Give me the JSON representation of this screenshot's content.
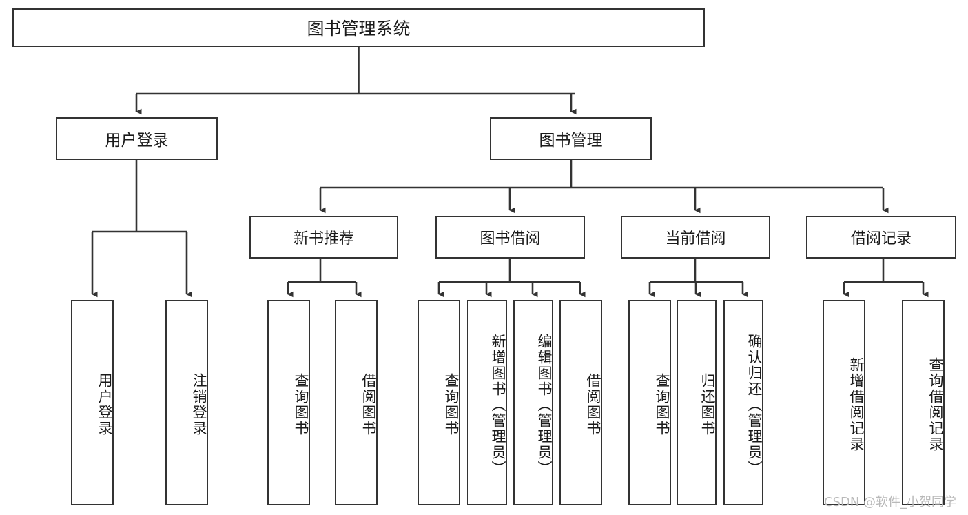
{
  "diagram": {
    "title": "图书管理系统",
    "watermark": "CSDN @软件_小贺同学",
    "colors": {
      "box_border": "#333333",
      "box_fill": "#ffffff",
      "edge": "#333333",
      "text": "#1a1a1a",
      "watermark": "#b9b9b9",
      "background": "#ffffff"
    },
    "nodes": {
      "root": {
        "label": "图书管理系统"
      },
      "level1": [
        {
          "label": "用户登录"
        },
        {
          "label": "图书管理"
        }
      ],
      "level2": [
        {
          "label": "新书推荐"
        },
        {
          "label": "图书借阅"
        },
        {
          "label": "当前借阅"
        },
        {
          "label": "借阅记录"
        }
      ],
      "leaves": {
        "user_login": [
          {
            "label": "用户登录"
          },
          {
            "label": "注销登录"
          }
        ],
        "new_book_recommend": [
          {
            "label": "查询图书"
          },
          {
            "label": "借阅图书"
          }
        ],
        "book_borrow": [
          {
            "label": "查询图书"
          },
          {
            "label": "新增图书（管理员）"
          },
          {
            "label": "编辑图书（管理员）"
          },
          {
            "label": "借阅图书"
          }
        ],
        "current_borrow": [
          {
            "label": "查询图书"
          },
          {
            "label": "归还图书"
          },
          {
            "label": "确认归还（管理员）"
          }
        ],
        "borrow_record": [
          {
            "label": "新增借阅记录"
          },
          {
            "label": "查询借阅记录"
          }
        ]
      }
    }
  }
}
